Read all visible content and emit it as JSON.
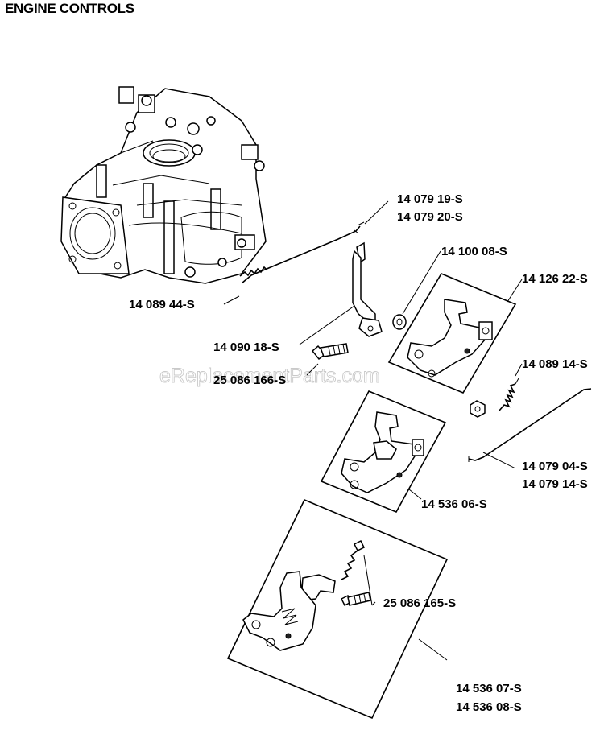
{
  "title": "ENGINE CONTROLS",
  "watermark": "eReplacementParts.com",
  "parts": [
    {
      "id": "p1",
      "number": "14 079 19-S"
    },
    {
      "id": "p2",
      "number": "14 079 20-S"
    },
    {
      "id": "p3",
      "number": "14 100 08-S"
    },
    {
      "id": "p4",
      "number": "14 126 22-S"
    },
    {
      "id": "p5",
      "number": "14 089 44-S"
    },
    {
      "id": "p6",
      "number": "14 090 18-S"
    },
    {
      "id": "p7",
      "number": "25 086 166-S"
    },
    {
      "id": "p8",
      "number": "14 089 14-S"
    },
    {
      "id": "p9",
      "number": "14 079 04-S"
    },
    {
      "id": "p10",
      "number": "14 079 14-S"
    },
    {
      "id": "p11",
      "number": "14 536 06-S"
    },
    {
      "id": "p12",
      "number": "25 086 165-S"
    },
    {
      "id": "p13",
      "number": "14 536 07-S"
    },
    {
      "id": "p14",
      "number": "14 536 08-S"
    }
  ]
}
